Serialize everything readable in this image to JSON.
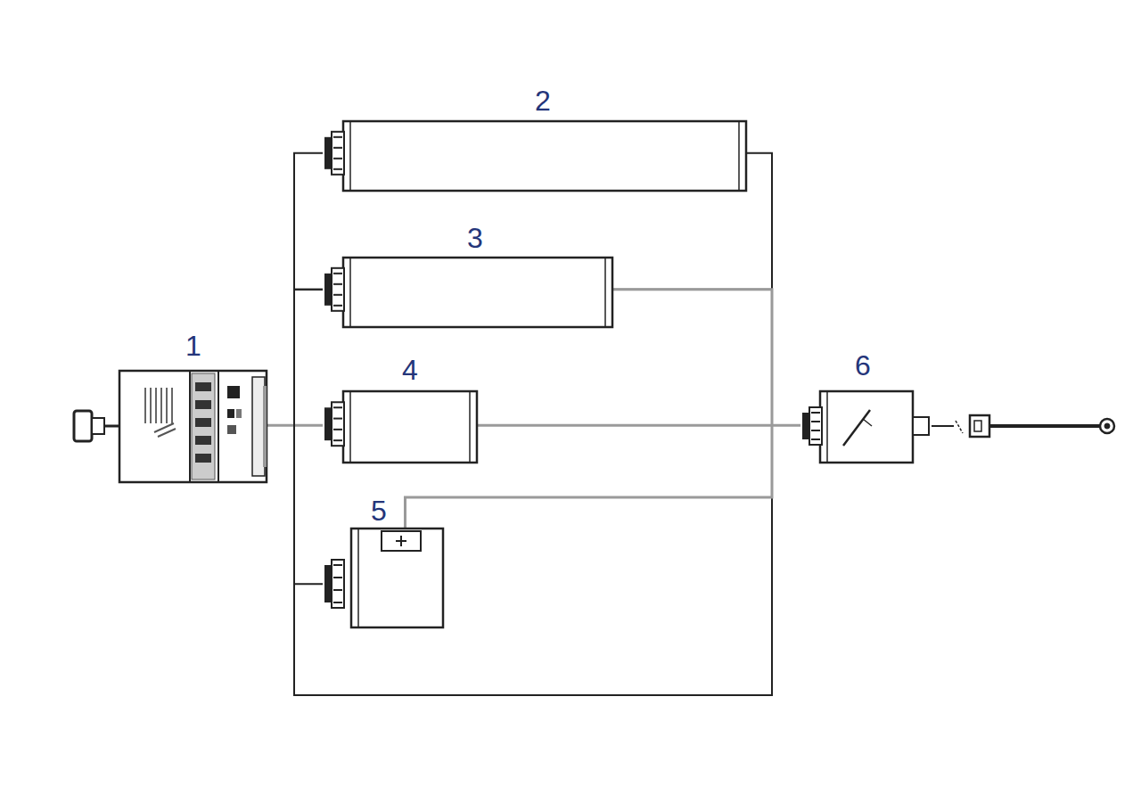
{
  "diagram": {
    "nodes": [
      {
        "text": [
          "1"
        ]
      },
      {
        "text": [
          "2"
        ]
      },
      {
        "text": [
          "3"
        ]
      },
      {
        "text": [
          "4"
        ]
      },
      {
        "text": [
          "5"
        ]
      },
      {
        "text": [
          "6"
        ]
      }
    ],
    "edges": [
      {
        "from": 0,
        "to": 3,
        "arrow": "none"
      },
      {
        "from": 3,
        "to": 5,
        "arrow": "none"
      },
      {
        "from": 1,
        "to": 2,
        "arrow": "none"
      },
      {
        "from": 1,
        "to": 2,
        "arrow": "none"
      },
      {
        "from": 2,
        "to": 4,
        "arrow": "none"
      },
      {
        "from": 2,
        "to": 4,
        "arrow": "none"
      }
    ]
  }
}
